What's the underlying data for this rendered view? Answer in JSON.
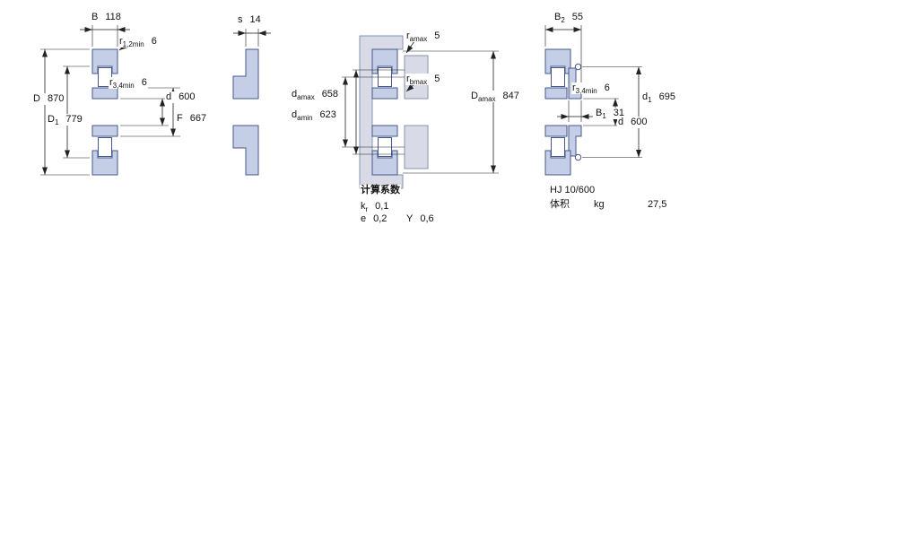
{
  "colors": {
    "bearing-fill": "#c4cee6",
    "bearing-stroke": "#46588c",
    "part-fill": "#d8dbe6",
    "part-stroke": "#8a93ad",
    "dim-line": "#222222",
    "text": "#111111"
  },
  "figure1": {
    "dims": {
      "B": {
        "main": "B",
        "sub": "",
        "value": "118"
      },
      "r12": {
        "main": "r",
        "sub": "1,2min",
        "value": "6"
      },
      "r34": {
        "main": "r",
        "sub": "3,4min",
        "value": "6"
      },
      "D": {
        "main": "D",
        "sub": "",
        "value": "870"
      },
      "D1": {
        "main": "D",
        "sub": "1",
        "value": "779"
      },
      "d": {
        "main": "d",
        "sub": "",
        "value": "600"
      },
      "F": {
        "main": "F",
        "sub": "",
        "value": "667"
      }
    }
  },
  "figure2": {
    "dims": {
      "s": {
        "main": "s",
        "sub": "",
        "value": "14"
      }
    }
  },
  "figure3": {
    "dims": {
      "ramax": {
        "main": "r",
        "sub": "amax",
        "value": "5"
      },
      "rbmax": {
        "main": "r",
        "sub": "bmax",
        "value": "5"
      },
      "damax": {
        "main": "d",
        "sub": "amax",
        "value": "658"
      },
      "damin": {
        "main": "d",
        "sub": "amin",
        "value": "623"
      },
      "Damax": {
        "main": "D",
        "sub": "amax",
        "value": "847"
      }
    },
    "factors": {
      "title": "计算系数",
      "kr": {
        "main": "k",
        "sub": "r",
        "value": "0,1"
      },
      "e": {
        "main": "e",
        "sub": "",
        "value": "0,2"
      },
      "Y": {
        "main": "Y",
        "sub": "",
        "value": "0,6"
      }
    }
  },
  "figure4": {
    "dims": {
      "B2": {
        "main": "B",
        "sub": "2",
        "value": "55"
      },
      "r34": {
        "main": "r",
        "sub": "3,4min",
        "value": "6"
      },
      "d1": {
        "main": "d",
        "sub": "1",
        "value": "695"
      },
      "B1": {
        "main": "B",
        "sub": "1",
        "value": "31"
      },
      "d": {
        "main": "d",
        "sub": "",
        "value": "600"
      }
    },
    "angle_ring": {
      "designation": "HJ 10/600",
      "mass_label": "体积",
      "mass_unit": "kg",
      "mass_value": "27,5"
    }
  }
}
